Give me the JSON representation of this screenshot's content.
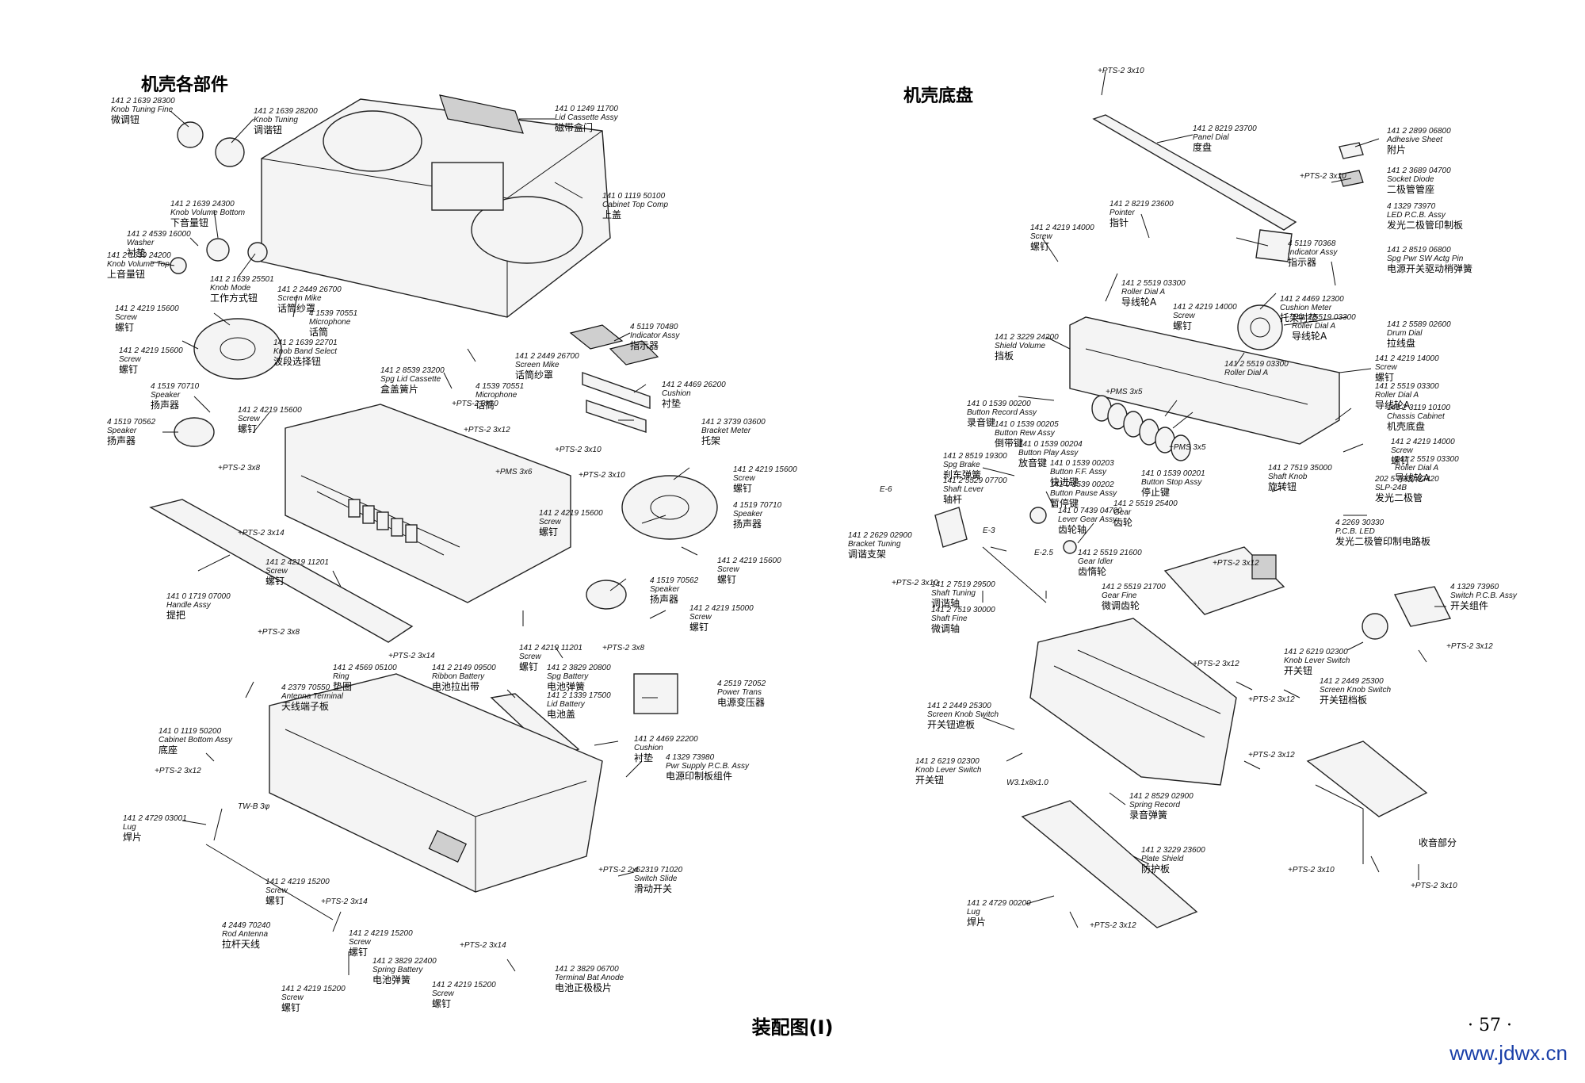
{
  "titles": {
    "left": "机壳各部件",
    "right": "机壳底盘"
  },
  "caption": "装配图(Ⅰ)",
  "page_number": "· 57 ·",
  "watermark": "www.jdwx.cn",
  "left_labels": [
    [
      "141 2 1639 28300",
      "Knob Tuning Fine",
      "微调钮"
    ],
    [
      "141 2 1639 28200",
      "Knob Tuning",
      "调谐钮"
    ],
    [
      "141 0 1249 11700",
      "Lid Cassette Assy",
      "磁带盒门"
    ],
    [
      "141 0 1119 50100",
      "Cabinet Top Comp",
      "上盖"
    ],
    [
      "141 2 1639 24300",
      "Knob Volume Bottom",
      "下音量钮"
    ],
    [
      "141 2 4539 16000",
      "Washer",
      "衬垫"
    ],
    [
      "141 2 1639 24200",
      "Knob Volume Top",
      "上音量钮"
    ],
    [
      "141 2 1639 25501",
      "Knob Mode",
      "工作方式钮"
    ],
    [
      "141 2 2449 26700",
      "Screen Mike",
      "话筒纱罩"
    ],
    [
      "4 1539 70551",
      "Microphone",
      "话筒"
    ],
    [
      "141 2 1639 22701",
      "Knob Band Select",
      "波段选择钮"
    ],
    [
      "141 2 4219 15600",
      "Screw",
      "螺钉"
    ],
    [
      "141 2 4219 15600",
      "Screw",
      "螺钉"
    ],
    [
      "4 1519 70710",
      "Speaker",
      "扬声器"
    ],
    [
      "141 2 4219 15600",
      "Screw",
      "螺钉"
    ],
    [
      "4 1519 70562",
      "Speaker",
      "扬声器"
    ],
    [
      "141 2 8539 23200",
      "Spg Lid Cassette",
      "盒盖簧片"
    ],
    [
      "141 2 2449 26700",
      "Screen Mike",
      "话筒纱罩"
    ],
    [
      "4 1539 70551",
      "Microphone",
      "话筒"
    ],
    [
      "4 5119 70480",
      "Indicator Assy",
      "指示器"
    ],
    [
      "141 2 4469 26200",
      "Cushion",
      "衬垫"
    ],
    [
      "141 2 3739 03600",
      "Bracket Meter",
      "托架"
    ],
    [
      "141 2 4219 15600",
      "Screw",
      "螺钉"
    ],
    [
      "4 1519 70710",
      "Speaker",
      "扬声器"
    ],
    [
      "141 2 4219 15600",
      "Screw",
      "螺钉"
    ],
    [
      "141 2 4219 15600",
      "Screw",
      "螺钉"
    ],
    [
      "4 1519 70562",
      "Speaker",
      "扬声器"
    ],
    [
      "141 2 4219 15000",
      "Screw",
      "螺钉"
    ],
    [
      "141 2 4219 11201",
      "Screw",
      "螺钉"
    ],
    [
      "141 0 1719 07000",
      "Handle Assy",
      "提把"
    ],
    [
      "141 2 4219 11201",
      "Screw",
      "螺钉"
    ],
    [
      "141 2 4569 05100",
      "Ring",
      "垫圈"
    ],
    [
      "141 2 2149 09500",
      "Ribbon Battery",
      "电池拉出带"
    ],
    [
      "141 2 3829 20800",
      "Spg Battery",
      "电池弹簧"
    ],
    [
      "4 2519 72052",
      "Power Trans",
      "电源变压器"
    ],
    [
      "4 2379 70550",
      "Antenna Terminal",
      "天线端子板"
    ],
    [
      "141 2 1339 17500",
      "Lid Battery",
      "电池盖"
    ],
    [
      "141 0 1119 50200",
      "Cabinet Bottom Assy",
      "底座"
    ],
    [
      "141 2 4469 22200",
      "Cushion",
      "衬垫"
    ],
    [
      "4 1329 73980",
      "Pwr Supply P.C.B. Assy",
      "电源印制板组件"
    ],
    [
      "141 2 4729 03001",
      "Lug",
      "焊片"
    ],
    [
      "4 2319 71020",
      "Switch Slide",
      "滑动开关"
    ],
    [
      "141 2 4219 15200",
      "Screw",
      "螺钉"
    ],
    [
      "4 2449 70240",
      "Rod Antenna",
      "拉杆天线"
    ],
    [
      "141 2 4219 15200",
      "Screw",
      "螺钉"
    ],
    [
      "141 2 3829 22400",
      "Spring Battery",
      "电池弹簧"
    ],
    [
      "141 2 4219 15200",
      "Screw",
      "螺钉"
    ],
    [
      "141 2 4219 15200",
      "Screw",
      "螺钉"
    ],
    [
      "141 2 3829 06700",
      "Terminal Bat Anode",
      "电池正极极片"
    ]
  ],
  "left_small": [
    "+PTS-2 3x10",
    "+PTS-2 3x12",
    "+PMS 3x6",
    "+PTS-2 3x8",
    "+PTS-2 3x10",
    "+PTS-2 3x10",
    "+PTS-2 3x14",
    "+PTS-2 3x8",
    "+PTS-2 3x14",
    "+PTS-2 3x8",
    "+PTS-2 3x12",
    "TW-B 3φ",
    "+PTS-2 2x6",
    "+PTS-2 3x14",
    "+PTS-2 3x14"
  ],
  "right_labels": [
    [
      "141 2 8219 23700",
      "Panel Dial",
      "度盘"
    ],
    [
      "141 2 2899 06800",
      "Adhesive Sheet",
      "附片"
    ],
    [
      "141 2 3689 04700",
      "Socket Diode",
      "二极管管座"
    ],
    [
      "4 1329 73970",
      "LED P.C.B. Assy",
      "发光二极管印制板"
    ],
    [
      "141 2 8219 23600",
      "Pointer",
      "指针"
    ],
    [
      "141 2 4219 14000",
      "Screw",
      "螺钉"
    ],
    [
      "4 5119 70368",
      "Indicator Assy",
      "指示器"
    ],
    [
      "141 2 8519 06800",
      "Spg Pwr SW Actg Pin",
      "电源开关驱动梢弹簧"
    ],
    [
      "141 2 5519 03300",
      "Roller Dial A",
      "导线轮A"
    ],
    [
      "141 2 4469 12300",
      "Cushion Meter",
      "托架衬垫"
    ],
    [
      "141 2 4219 14000",
      "Screw",
      "螺钉"
    ],
    [
      "141 2 5519 03300",
      "Roller Dial A",
      "导线轮A"
    ],
    [
      "141 2 5589 02600",
      "Drum Dial",
      "拉线盘"
    ],
    [
      "141 2 3229 24200",
      "Shield Volume",
      "挡板"
    ],
    [
      "141 2 5519 03300",
      "Roller Dial A",
      ""
    ],
    [
      "141 2 4219 14000",
      "Screw",
      "螺钉"
    ],
    [
      "141 2 5519 03300",
      "Roller Dial A",
      "导线轮A"
    ],
    [
      "141 0 1539 00200",
      "Button Record Assy",
      "录音键"
    ],
    [
      "141 0 1539 00205",
      "Button Rew Assy",
      "倒带键"
    ],
    [
      "141 0 1539 00204",
      "Button Play Assy",
      "放音键"
    ],
    [
      "141 0 1539 00203",
      "Button F.F. Assy",
      "快进键"
    ],
    [
      "141 0 1539 00202",
      "Button Pause Assy",
      "暂停键"
    ],
    [
      "141 0 1539 00201",
      "Button Stop Assy",
      "停止键"
    ],
    [
      "141 2 3119 10100",
      "Chassis Cabinet",
      "机壳底盘"
    ],
    [
      "141 2 4219 14000",
      "Screw",
      "螺钉"
    ],
    [
      "141 2 5519 03300",
      "Roller Dial A",
      "导线轮A"
    ],
    [
      "141 2 8519 19300",
      "Spg Brake",
      "刹车弹簧"
    ],
    [
      "141 2 5529 07700",
      "Shaft Lever",
      "轴杆"
    ],
    [
      "141 0 7439 04700",
      "Lever Gear Assy",
      "齿轮轴"
    ],
    [
      "141 2 7519 35000",
      "Shaft Knob",
      "旋转钮"
    ],
    [
      "202 5 7900 02420",
      "SLP-24B",
      "发光二极管"
    ],
    [
      "141 2 5519 25400",
      "Gear",
      "齿轮"
    ],
    [
      "141 2 5519 21600",
      "Gear Idler",
      "齿惰轮"
    ],
    [
      "4 2269 30330",
      "P.C.B. LED",
      "发光二极管印制电路板"
    ],
    [
      "141 2 2629 02900",
      "Bracket Tuning",
      "调谐支架"
    ],
    [
      "141 2 7519 29500",
      "Shaft Tuning",
      "调谐轴"
    ],
    [
      "141 2 5519 21700",
      "Gear Fine",
      "微调齿轮"
    ],
    [
      "141 2 7519 30000",
      "Shaft Fine",
      "微调轴"
    ],
    [
      "4 1329 73960",
      "Switch P.C.B. Assy",
      "开关组件"
    ],
    [
      "141 2 6219 02300",
      "Knob Lever Switch",
      "开关钮"
    ],
    [
      "141 2 2449 25300",
      "Screen Knob Switch",
      "开关钮档板"
    ],
    [
      "141 2 2449 25300",
      "Screen Knob Switch",
      "开关钮遮板"
    ],
    [
      "141 2 6219 02300",
      "Knob Lever Switch",
      "开关钮"
    ],
    [
      "141 2 8529 02900",
      "Spring Record",
      "录音弹簧"
    ],
    [
      "141 2 3229 23600",
      "Plate Shield",
      "防护板"
    ],
    [
      "141 2 4729 00200",
      "Lug",
      "焊片"
    ],
    [
      "",
      "",
      "收音部分"
    ]
  ],
  "right_small": [
    "+PTS-2 3x10",
    "+PTS-2 3x10",
    "+PMS 3x5",
    "+PMS 3x5",
    "E-6",
    "E-3",
    "E-2.5",
    "+PTS-2 3x10",
    "+PTS-2 3x12",
    "+PTS-2 3x12",
    "+PTS-2 3x12",
    "+PTS-2 3x12",
    "+PTS-2 3x12",
    "W3.1x8x1.0",
    "+PTS-2 3x10",
    "+PTS-2 3x10",
    "+PTS-2 3x12"
  ]
}
